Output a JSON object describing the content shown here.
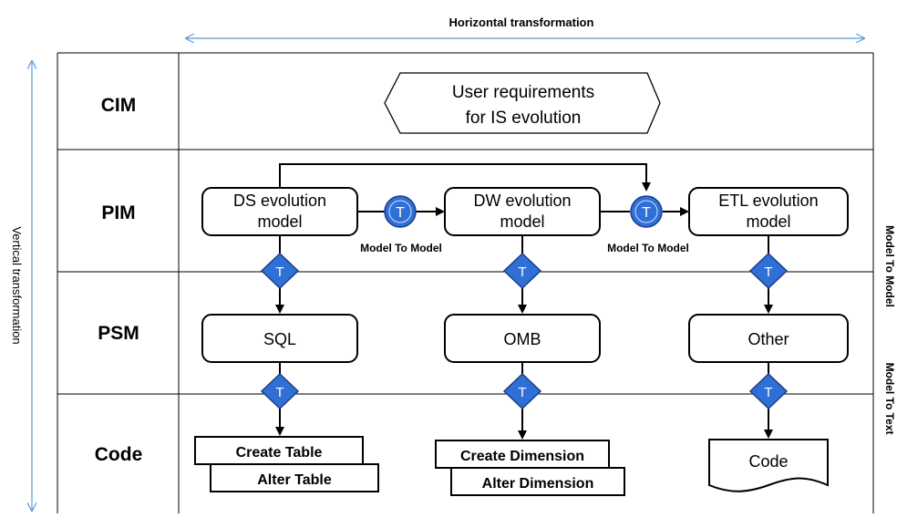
{
  "axes": {
    "horizontal": "Horizontal transformation",
    "vertical": "Vertical transformation",
    "right_m2m": "Model To Model",
    "right_m2t": "Model To Text"
  },
  "levels": [
    "CIM",
    "PIM",
    "PSM",
    "Code"
  ],
  "cim_box": {
    "line1": "User requirements",
    "line2": "for IS evolution"
  },
  "pim_boxes": [
    {
      "line1": "DS evolution",
      "line2": "model"
    },
    {
      "line1": "DW evolution",
      "line2": "model"
    },
    {
      "line1": "ETL evolution",
      "line2": "model"
    }
  ],
  "psm_boxes": [
    "SQL",
    "OMB",
    "Other"
  ],
  "code_items": {
    "col1": [
      "Create Table",
      "Alter Table"
    ],
    "col2": [
      "Create Dimension",
      "Alter Dimension"
    ],
    "col3": "Code"
  },
  "transform_symbol": "T",
  "edge_labels": [
    "Model To Model",
    "Model To Model"
  ],
  "colors": {
    "transform_fill": "#2f6fd6",
    "transform_stroke": "#1b3f86",
    "axis_arrow": "#5b9bd5",
    "grid": "#000000"
  }
}
